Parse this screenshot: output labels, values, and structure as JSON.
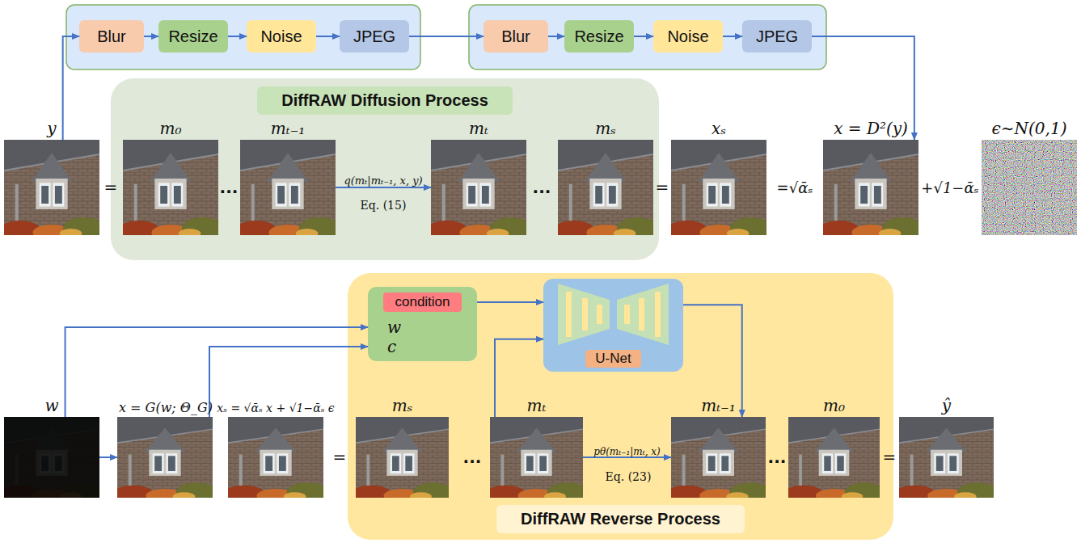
{
  "diagram": {
    "nodes": [
      {
        "text": [
          "Blur"
        ]
      },
      {
        "text": [
          "Resize"
        ]
      },
      {
        "text": [
          "Noise"
        ]
      },
      {
        "text": [
          "JPEG"
        ]
      },
      {
        "text": [
          "Blur"
        ]
      },
      {
        "text": [
          "Resize"
        ]
      },
      {
        "text": [
          "Noise"
        ]
      },
      {
        "text": [
          "JPEG"
        ]
      },
      {
        "text": [
          "DiffRAW Diffusion Process"
        ]
      },
      {
        "text": [
          "y"
        ]
      },
      {
        "text": [
          "m₀"
        ],
        "in": 8
      },
      {
        "text": [
          "mₜ₋₁"
        ],
        "in": 8
      },
      {
        "text": [
          "mₜ"
        ],
        "in": 8
      },
      {
        "text": [
          "mₛ"
        ],
        "in": 8
      },
      {
        "text": [
          "xₛ"
        ]
      },
      {
        "text": [
          "x = D²(y)"
        ]
      },
      {
        "text": [
          "ϵ∼N(0,1)"
        ]
      },
      {
        "text": [
          "DiffRAW Reverse Process"
        ]
      },
      {
        "text": [
          "w"
        ]
      },
      {
        "text": [
          "x = G(w; Θ_G)"
        ]
      },
      {
        "text": [
          "xₛ = √ᾱₛ x + √1−ᾱₛ ϵ"
        ]
      },
      {
        "text": [
          "condition",
          "w",
          "c"
        ],
        "in": 17
      },
      {
        "text": [
          "U-Net"
        ],
        "in": 17
      },
      {
        "text": [
          "mₛ"
        ],
        "in": 17
      },
      {
        "text": [
          "mₜ"
        ],
        "in": 17
      },
      {
        "text": [
          "mₜ₋₁"
        ],
        "in": 17
      },
      {
        "text": [
          "m₀"
        ],
        "in": 17
      },
      {
        "text": [
          "ŷ"
        ]
      }
    ],
    "edges": [
      {
        "from": 9,
        "to": 0,
        "arrow": "to"
      },
      {
        "from": 0,
        "to": 1,
        "arrow": "to"
      },
      {
        "from": 1,
        "to": 2,
        "arrow": "to"
      },
      {
        "from": 2,
        "to": 3,
        "arrow": "to"
      },
      {
        "from": 3,
        "to": 4,
        "arrow": "to"
      },
      {
        "from": 4,
        "to": 5,
        "arrow": "to"
      },
      {
        "from": 5,
        "to": 6,
        "arrow": "to"
      },
      {
        "from": 6,
        "to": 7,
        "arrow": "to"
      },
      {
        "from": 7,
        "to": 15,
        "arrow": "to"
      },
      {
        "from": 11,
        "to": 12,
        "label": "q(mₜ|mₜ₋₁, x, y)",
        "arrow": "to"
      },
      {
        "from": 18,
        "to": 19,
        "arrow": "to"
      },
      {
        "from": 18,
        "to": 21,
        "arrow": "to"
      },
      {
        "from": 19,
        "to": 21,
        "arrow": "to"
      },
      {
        "from": 21,
        "to": 22,
        "arrow": "to"
      },
      {
        "from": 24,
        "to": 22,
        "arrow": "to"
      },
      {
        "from": 22,
        "to": 25,
        "arrow": "to"
      },
      {
        "from": 24,
        "to": 25,
        "label": "pθ(mₜ₋₁|mₜ, x)",
        "arrow": "to"
      }
    ],
    "labels": [
      "=",
      "...",
      "...",
      "=",
      "=√ᾱₛ",
      "+√1−ᾱₛ",
      "Eq. (15)",
      "=",
      "...",
      "...",
      "=",
      "Eq. (23)"
    ]
  }
}
